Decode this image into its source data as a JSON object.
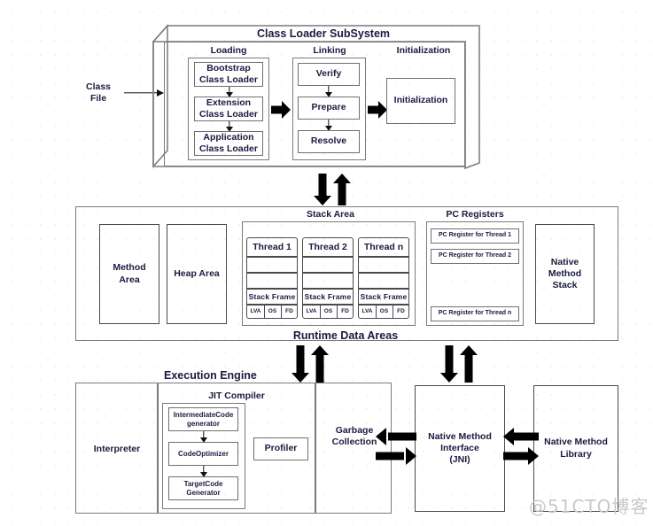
{
  "input": {
    "class_file_label": "Class\nFile"
  },
  "classloader": {
    "title": "Class Loader SubSystem",
    "sections": [
      {
        "title": "Loading",
        "items": [
          "Bootstrap\nClass Loader",
          "Extension\nClass Loader",
          "Application\nClass Loader"
        ]
      },
      {
        "title": "Linking",
        "items": [
          "Verify",
          "Prepare",
          "Resolve"
        ]
      },
      {
        "title": "Initialization",
        "items": [
          "Initialization"
        ]
      }
    ]
  },
  "runtime": {
    "title": "Runtime Data Areas",
    "method_area": "Method\nArea",
    "heap_area": "Heap Area",
    "stack_area_title": "Stack Area",
    "threads": [
      {
        "name": "Thread 1",
        "frame": "Stack Frame",
        "cells": [
          "LVA",
          "OS",
          "FD"
        ]
      },
      {
        "name": "Thread 2",
        "frame": "Stack Frame",
        "cells": [
          "LVA",
          "OS",
          "FD"
        ]
      },
      {
        "name": "Thread n",
        "frame": "Stack Frame",
        "cells": [
          "LVA",
          "OS",
          "FD"
        ]
      }
    ],
    "pc_registers_title": "PC Registers",
    "pc_registers": [
      "PC Register for  Thread 1",
      "PC Register for  Thread 2",
      "PC Register for  Thread n"
    ],
    "native_method_stack": "Native\nMethod\nStack"
  },
  "execution": {
    "title": "Execution Engine",
    "interpreter": "Interpreter",
    "jit_title": "JIT Compiler",
    "jit_stages": [
      "IntermediateCode\ngenerator",
      "CodeOptimizer",
      "TargetCode\nGenerator"
    ],
    "profiler": "Profiler",
    "garbage_collection": "Garbage\nCollection"
  },
  "native": {
    "interface": "Native Method\nInterface\n(JNI)",
    "library": "Native Method\nLibrary"
  },
  "watermark": "@51CTO博客",
  "colors": {
    "text": "#1a1a40",
    "border": "#7a7a7a",
    "arrow": "#000000",
    "grid_dot": "#d8d8d8",
    "watermark": "#c9c9c9"
  }
}
